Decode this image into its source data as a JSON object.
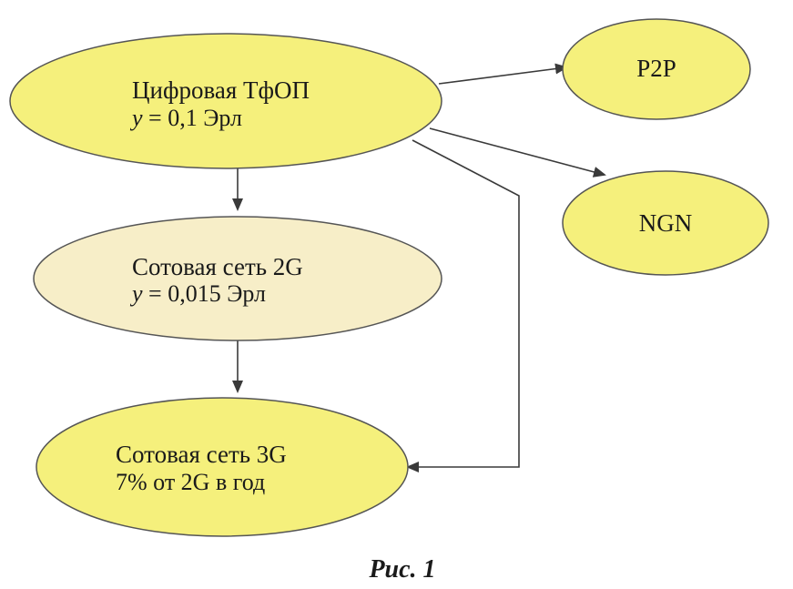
{
  "colors": {
    "node_fill": "#f5f07c",
    "node_fill_light": "#f7eec8",
    "node_stroke": "#555555",
    "edge": "#3a3a3a"
  },
  "nodes": {
    "pstn": {
      "title": "Цифровая ТфОП",
      "var": "y",
      "value": " = 0,1 Эрл"
    },
    "cell2g": {
      "title": "Сотовая сеть 2G",
      "var": "y",
      "value": " = 0,015 Эрл"
    },
    "cell3g": {
      "title": "Сотовая сеть 3G",
      "line2": "7% от 2G в год"
    },
    "p2p": {
      "title": "P2P"
    },
    "ngn": {
      "title": "NGN"
    }
  },
  "caption": "Рис. 1"
}
